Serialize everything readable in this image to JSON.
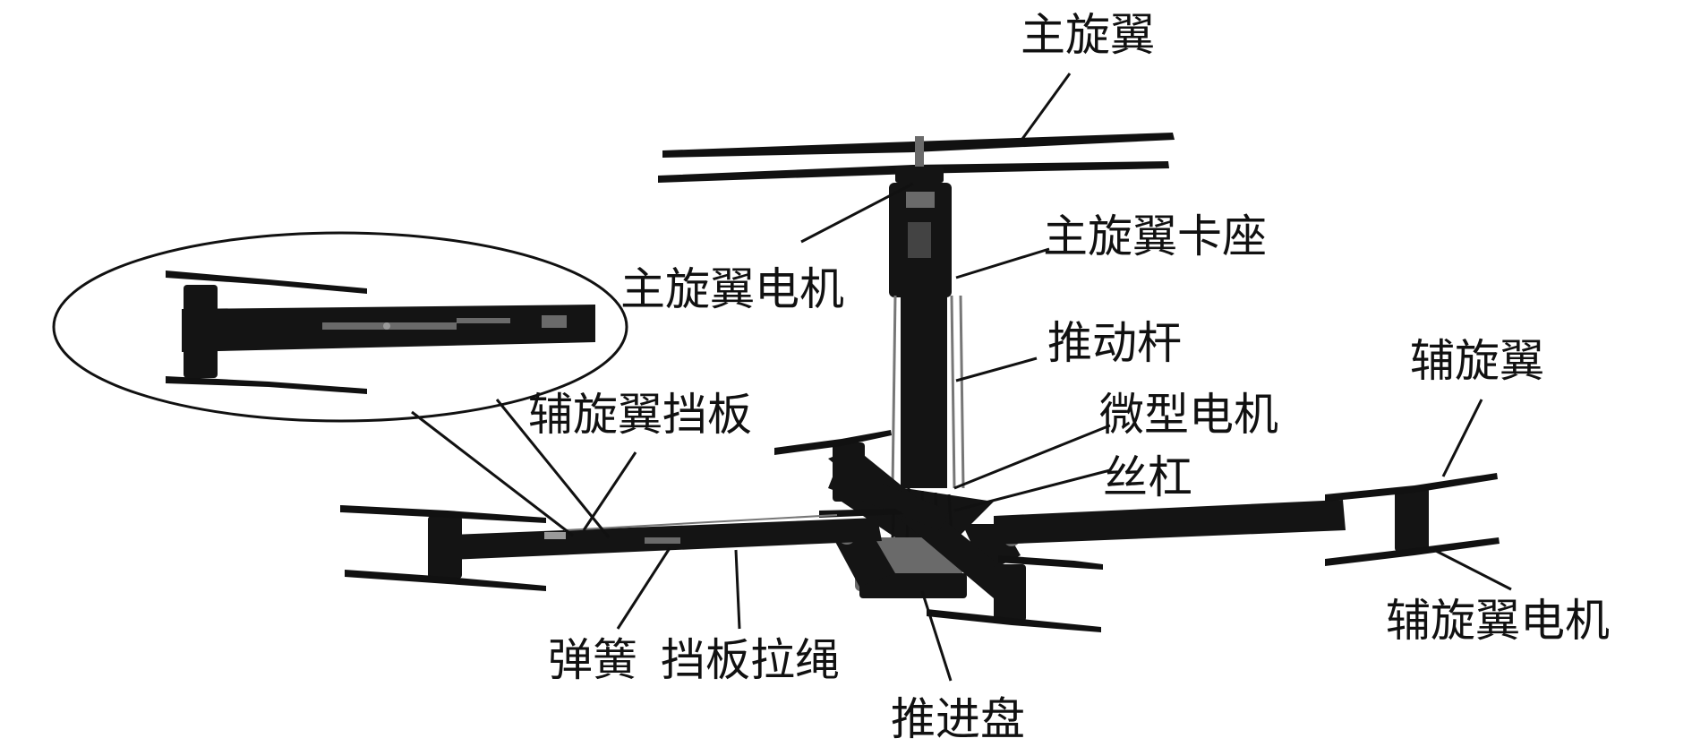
{
  "labels": {
    "main_rotor": "主旋翼",
    "main_rotor_mount": "主旋翼卡座",
    "main_rotor_motor": "主旋翼电机",
    "push_rod": "推动杆",
    "micro_motor": "微型电机",
    "lead_screw": "丝杠",
    "aux_rotor": "辅旋翼",
    "aux_rotor_baffle": "辅旋翼挡板",
    "aux_rotor_motor": "辅旋翼电机",
    "spring": "弹簧",
    "baffle_pull_rope": "挡板拉绳",
    "propulsion_disc": "推进盘"
  },
  "colors": {
    "ink": "#111111",
    "background": "#ffffff",
    "metal": "#6a6a6a"
  }
}
